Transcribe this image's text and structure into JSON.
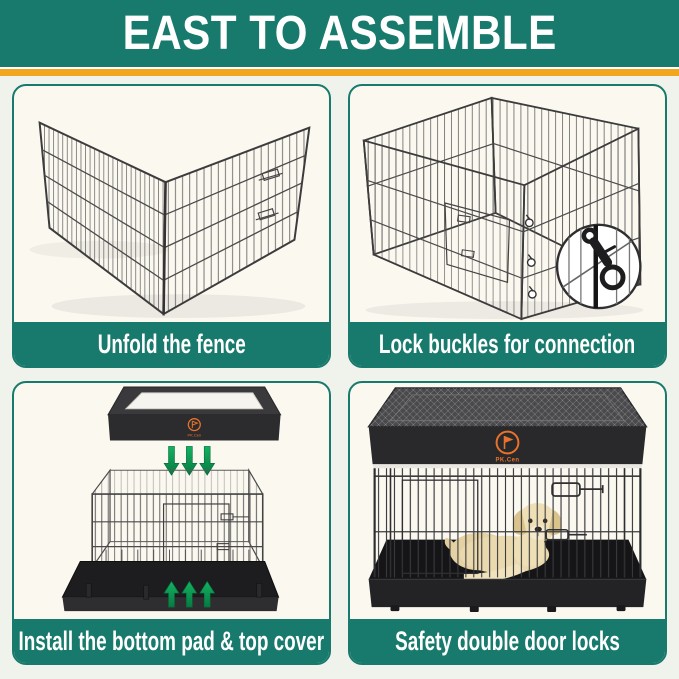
{
  "header": {
    "title": "EAST TO ASSEMBLE"
  },
  "steps": [
    {
      "caption": "Unfold the fence"
    },
    {
      "caption": "Lock buckles for connection"
    },
    {
      "caption": "Install the bottom pad & top cover"
    },
    {
      "caption": "Safety double door locks"
    }
  ],
  "brand": {
    "logo_text": "PK.Cen",
    "logo_icon": "flag-in-circle"
  },
  "icons": {
    "inset": "magnifier-circle-with-snap-hook",
    "arrows_down": "three-green-down-arrows",
    "arrows_up": "three-green-up-arrows"
  },
  "colors": {
    "teal": "#177A6C",
    "stripe_orange": "#F2A51F",
    "page_bg": "#F0F2EC",
    "card_bg": "#FBF8F0",
    "caption_text": "#FFFFFF",
    "arrow_green": "#0E9D58",
    "arrow_green_dark": "#067A42",
    "logo_orange": "#E8722B",
    "wire_dark": "#3C3C3C",
    "tray_dark": "#202022"
  }
}
